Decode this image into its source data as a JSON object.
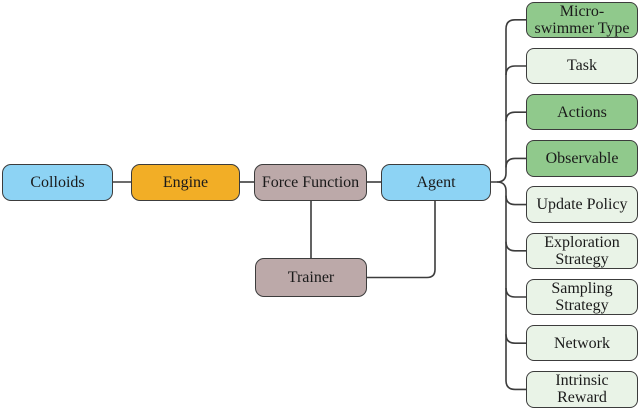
{
  "colors": {
    "background": "#FFFFFF",
    "blue": "#8DD3F4",
    "orange": "#F2AE26",
    "mauve": "#BCA9A9",
    "green_strong": "#90C98C",
    "green_light": "#E9F3E7",
    "border": "#3C3C3C",
    "line": "#3C3C3C",
    "text": "#1A1A1A"
  },
  "pipeline": [
    {
      "id": "colloids",
      "label": "Colloids",
      "color_key": "blue"
    },
    {
      "id": "engine",
      "label": "Engine",
      "color_key": "orange"
    },
    {
      "id": "force-function",
      "label": "Force Function",
      "color_key": "mauve"
    },
    {
      "id": "agent",
      "label": "Agent",
      "color_key": "blue"
    },
    {
      "id": "trainer",
      "label": "Trainer",
      "color_key": "mauve"
    }
  ],
  "agent_components": [
    {
      "id": "micro-swimmer-type",
      "label": "Micro-swimmer Type",
      "color_key": "green_strong"
    },
    {
      "id": "task",
      "label": "Task",
      "color_key": "green_light"
    },
    {
      "id": "actions",
      "label": "Actions",
      "color_key": "green_strong"
    },
    {
      "id": "observable",
      "label": "Observable",
      "color_key": "green_strong"
    },
    {
      "id": "update-policy",
      "label": "Update Policy",
      "color_key": "green_light"
    },
    {
      "id": "exploration-strategy",
      "label": "Exploration Strategy",
      "color_key": "green_light"
    },
    {
      "id": "sampling-strategy",
      "label": "Sampling Strategy",
      "color_key": "green_light"
    },
    {
      "id": "network",
      "label": "Network",
      "color_key": "green_light"
    },
    {
      "id": "intrinsic-reward",
      "label": "Intrinsic Reward",
      "color_key": "green_light"
    }
  ]
}
